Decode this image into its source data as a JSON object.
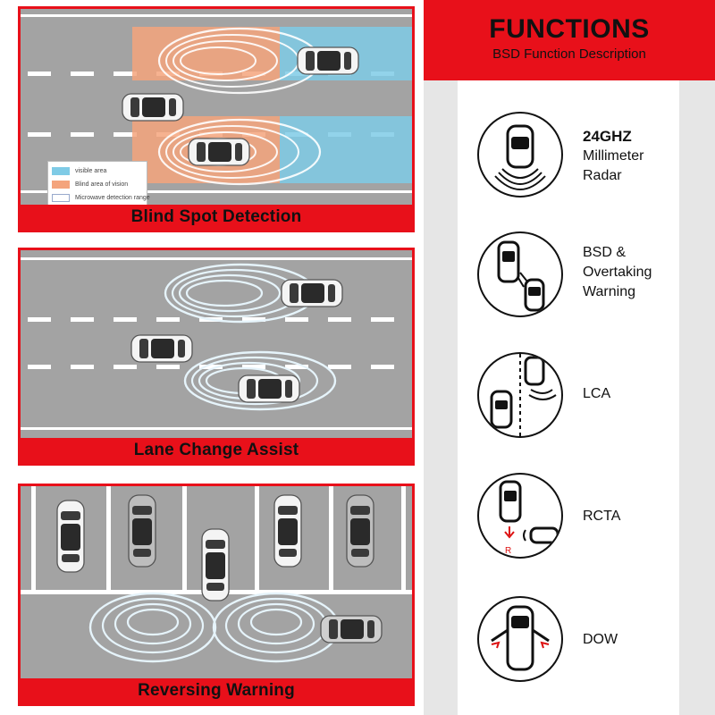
{
  "scenes": [
    {
      "caption": "Blind Spot Detection",
      "legend": [
        {
          "text": "visible area",
          "color": "#7fcbe6"
        },
        {
          "text": "Blind area of vision",
          "color": "#f4a47c"
        },
        {
          "text": "Microwave detection range",
          "color": "#ffffff"
        }
      ]
    },
    {
      "caption": "Lane Change Assist"
    },
    {
      "caption": "Reversing Warning"
    }
  ],
  "functions_panel": {
    "title": "FUNCTIONS",
    "subtitle": "BSD Function Description",
    "items": [
      {
        "icon": "radar-car-icon",
        "label_lines": [
          "24GHZ",
          "Millimeter",
          "Radar"
        ]
      },
      {
        "icon": "overtaking-warning-icon",
        "label_lines": [
          "BSD &",
          "Overtaking",
          "Warning"
        ]
      },
      {
        "icon": "lane-change-icon",
        "label_lines": [
          "LCA"
        ]
      },
      {
        "icon": "rear-cross-traffic-icon",
        "label_lines": [
          "RCTA"
        ],
        "icon_marker": "R"
      },
      {
        "icon": "door-open-warning-icon",
        "label_lines": [
          "DOW"
        ]
      }
    ]
  },
  "colors": {
    "accent_red": "#e8101a",
    "road_gray": "#a3a3a3",
    "visible_area_blue": "#7fcbe6",
    "blind_area_orange": "#f4a47c"
  }
}
